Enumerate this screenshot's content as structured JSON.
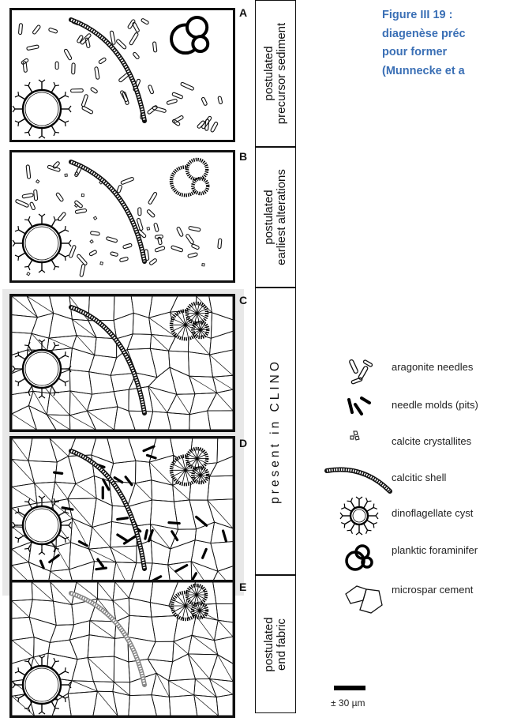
{
  "caption": {
    "line1": "Figure III 19 :",
    "line2": "diagenèse préc",
    "line3": "pour former",
    "line4": "(Munnecke et a"
  },
  "panels": [
    {
      "label": "A",
      "stage": [
        "postulated",
        "precursor sediment"
      ]
    },
    {
      "label": "B",
      "stage": [
        "postulated",
        "earliest alterations"
      ]
    },
    {
      "label": "C"
    },
    {
      "label": "D"
    },
    {
      "label": "E",
      "stage": [
        "postulated",
        "end fabric"
      ]
    }
  ],
  "present_label": "present in CLINO",
  "legend": [
    {
      "label": "aragonite needles",
      "icon": "aragonite-needles-icon"
    },
    {
      "label": "needle molds (pits)",
      "icon": "needle-molds-icon"
    },
    {
      "label": "calcite crystallites",
      "icon": "calcite-crystallites-icon"
    },
    {
      "label": "calcitic shell",
      "icon": "calcitic-shell-icon"
    },
    {
      "label": "dinoflagellate cyst",
      "icon": "dinoflagellate-cyst-icon"
    },
    {
      "label": "planktic foraminifer",
      "icon": "planktic-foraminifer-icon"
    },
    {
      "label": "microspar cement",
      "icon": "microspar-cement-icon"
    }
  ],
  "scale_label": "± 30 µm",
  "colors": {
    "caption": "#3a6fb5",
    "shading": "#e8e8e8"
  }
}
